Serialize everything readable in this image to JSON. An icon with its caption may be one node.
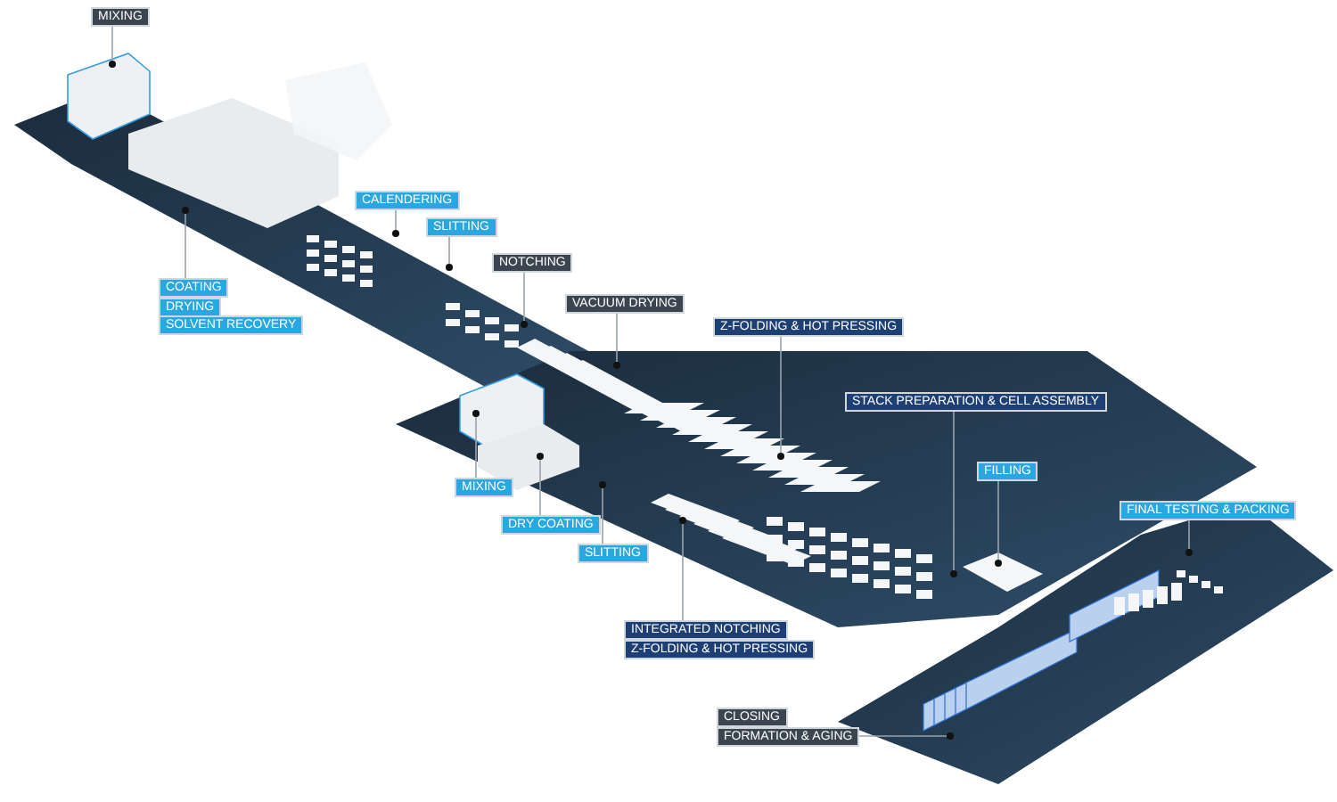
{
  "diagram": {
    "nodes": [
      {
        "text": [
          "MIXING"
        ]
      },
      {
        "text": [
          "CALENDERING"
        ]
      },
      {
        "text": [
          "SLITTING"
        ]
      },
      {
        "text": [
          "NOTCHING"
        ]
      },
      {
        "text": [
          "COATING"
        ]
      },
      {
        "text": [
          "DRYING"
        ]
      },
      {
        "text": [
          "SOLVENT RECOVERY"
        ]
      },
      {
        "text": [
          "VACUUM DRYING"
        ]
      },
      {
        "text": [
          "Z-FOLDING & HOT PRESSING"
        ]
      },
      {
        "text": [
          "STACK PREPARATION & CELL ASSEMBLY"
        ]
      },
      {
        "text": [
          "FILLING"
        ]
      },
      {
        "text": [
          "MIXING"
        ]
      },
      {
        "text": [
          "FINAL TESTING & PACKING"
        ]
      },
      {
        "text": [
          "DRY COATING"
        ]
      },
      {
        "text": [
          "SLITTING"
        ]
      },
      {
        "text": [
          "INTEGRATED NOTCHING"
        ]
      },
      {
        "text": [
          "Z-FOLDING & HOT PRESSING"
        ]
      },
      {
        "text": [
          "CLOSING"
        ]
      },
      {
        "text": [
          "FORMATION & AGING"
        ]
      },
      {
        "text": [],
        "shape": "circle"
      },
      {
        "text": [],
        "shape": "circle"
      },
      {
        "text": [],
        "shape": "circle"
      },
      {
        "text": [],
        "shape": "circle"
      },
      {
        "text": [],
        "shape": "circle"
      },
      {
        "text": [],
        "shape": "circle"
      },
      {
        "text": [],
        "shape": "circle"
      },
      {
        "text": [],
        "shape": "circle"
      },
      {
        "text": [],
        "shape": "circle"
      },
      {
        "text": [],
        "shape": "circle"
      },
      {
        "text": [],
        "shape": "circle"
      },
      {
        "text": [],
        "shape": "circle"
      },
      {
        "text": [],
        "shape": "circle"
      },
      {
        "text": [],
        "shape": "circle"
      },
      {
        "text": [],
        "shape": "circle"
      }
    ],
    "edges": [
      {
        "from": 0,
        "to": 19,
        "arrow": "none"
      },
      {
        "from": 1,
        "to": 20,
        "arrow": "none"
      },
      {
        "from": 2,
        "to": 21,
        "arrow": "none"
      },
      {
        "from": 3,
        "to": 22,
        "arrow": "none"
      },
      {
        "from": 4,
        "to": 23,
        "arrow": "none"
      },
      {
        "from": 7,
        "to": 24,
        "arrow": "none"
      },
      {
        "from": 8,
        "to": 25,
        "arrow": "none"
      },
      {
        "from": 9,
        "to": 26,
        "arrow": "none"
      },
      {
        "from": 10,
        "to": 27,
        "arrow": "none"
      },
      {
        "from": 11,
        "to": 28,
        "arrow": "none"
      },
      {
        "from": 12,
        "to": 29,
        "arrow": "none"
      },
      {
        "from": 13,
        "to": 30,
        "arrow": "none"
      },
      {
        "from": 14,
        "to": 31,
        "arrow": "none"
      },
      {
        "from": 15,
        "to": 32,
        "arrow": "none"
      },
      {
        "from": 18,
        "to": 33,
        "arrow": "none"
      }
    ]
  }
}
